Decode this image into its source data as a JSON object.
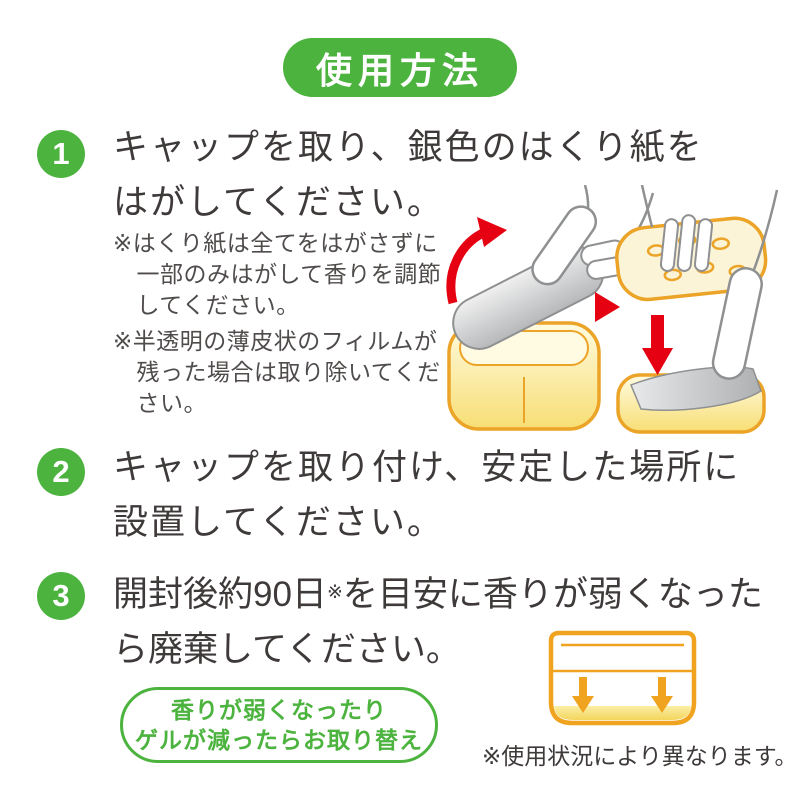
{
  "header": {
    "title": "使用方法"
  },
  "colors": {
    "green": "#4CB33E",
    "text": "#3E3A39",
    "note": "#4F4C4B",
    "orange": "#EFA31F",
    "red": "#E50012",
    "yellow": "#F9E27C",
    "silver": "#C9CACC"
  },
  "steps": [
    {
      "number": "1",
      "text": "キャップを取り、銀色のはくり紙を\nはがしてください。",
      "notes": [
        "※はくり紙は全てをはがさずに\n　一部のみはがして香りを調節\n　してください。",
        "※半透明の薄皮状のフィルムが\n　残った場合は取り除いてくだ\n　さい。"
      ]
    },
    {
      "number": "2",
      "text": "キャップを取り付け、安定した場所に\n設置してください。"
    },
    {
      "number": "3",
      "line1_pre": "開封後約90日",
      "line1_sup": "※",
      "line1_post": "を目安に香りが弱くなった",
      "line2": "ら廃棄してください。"
    }
  ],
  "replace_box": {
    "text": "香りが弱くなったり\nゲルが減ったらお取り替え"
  },
  "footnote": "※使用状況により異なります。",
  "icons": {
    "peel_arrow": "red-curved-arrow",
    "next_arrow": "red-right-triangle",
    "press_arrow": "red-down-arrow",
    "gel_level_arrows": "orange-down-arrows"
  }
}
